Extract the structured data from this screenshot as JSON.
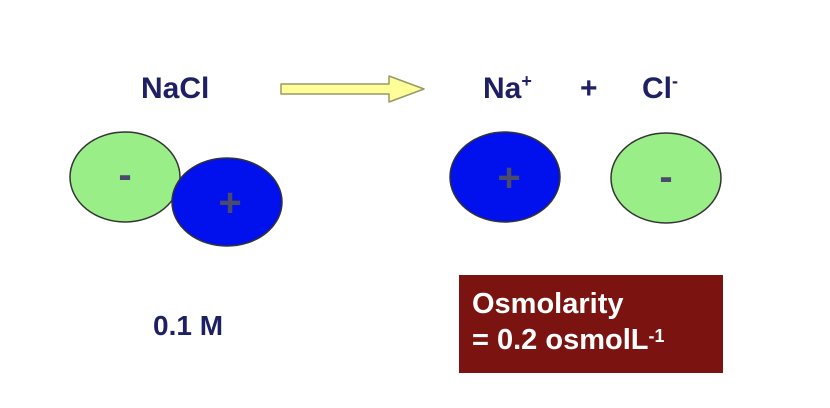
{
  "reactant": {
    "formula": "NaCl",
    "concentration": "0.1 M"
  },
  "products": {
    "cation": {
      "symbol": "Na",
      "charge": "+"
    },
    "operator": "+",
    "anion": {
      "symbol": "Cl",
      "charge": "-"
    }
  },
  "particles": {
    "anion_sign": "-",
    "cation_sign": "+"
  },
  "result": {
    "line1": "Osmolarity",
    "line2_prefix": "= 0.2 osmolL",
    "line2_exponent": "-1"
  },
  "colors": {
    "label_text": "#1f1f63",
    "anion_fill": "#99ee88",
    "cation_fill": "#0011ee",
    "sign_color": "#4a4a6a",
    "arrow_fill": "#ffff99",
    "arrow_stroke": "#999966",
    "result_box": "#7b1410",
    "result_text": "#ffffff"
  }
}
